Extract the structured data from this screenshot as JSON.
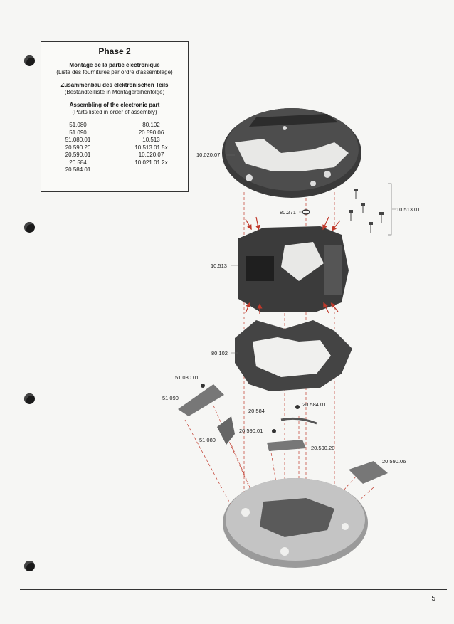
{
  "header": {
    "phase_title": "Phase 2"
  },
  "sections": [
    {
      "title": "Montage de la partie électronique",
      "subtitle": "(Liste des fournitures par ordre d'assemblage)"
    },
    {
      "title": "Zusammenbau des elektronischen Teils",
      "subtitle": "(Bestandteilliste in Montagereihenfolge)"
    },
    {
      "title": "Assembling of the electronic part",
      "subtitle": "(Parts listed in order of assembly)"
    }
  ],
  "parts_left": [
    "51.080",
    "51.090",
    "51.080.01",
    "20.590.20",
    "20.590.01",
    "20.584",
    "20.584.01"
  ],
  "parts_right": [
    "80.102",
    "20.590.06",
    "10.513",
    "10.513.01 5x",
    "10.020.07",
    "10.021.01 2x"
  ],
  "callouts": {
    "c1": "10.020.07",
    "c2": "80.271",
    "c3": "10.513.01",
    "c4": "10.513",
    "c5": "80.102",
    "c6": "51.080.01",
    "c7": "51.090",
    "c8": "20.584",
    "c9": "20.584.01",
    "c10": "20.590.01",
    "c11": "51.080",
    "c12": "20.590.20",
    "c13": "20.590.06"
  },
  "footer": {
    "page_number": "5"
  }
}
